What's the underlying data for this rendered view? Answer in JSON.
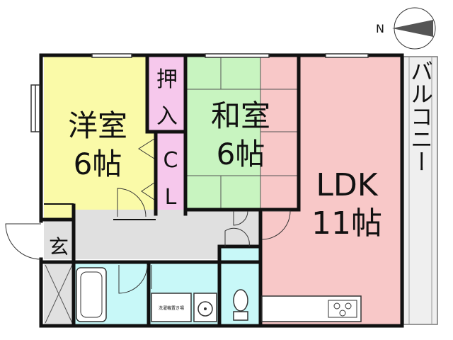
{
  "compass": {
    "label": "N"
  },
  "rooms": {
    "western": {
      "line1": "洋室",
      "line2": "6帖",
      "color": "#fafaa8"
    },
    "japanese": {
      "line1": "和室",
      "line2": "6帖",
      "color": "#c8f4c0"
    },
    "ldk": {
      "line1": "LDK",
      "line2": "11帖",
      "color": "#f8c8c8"
    },
    "oshiire": {
      "line1": "押",
      "line2": "入",
      "color": "#f6c8ec"
    },
    "closet": {
      "line1": "C",
      "line2": "L",
      "color": "#f6c8ec"
    },
    "genkan": {
      "label": "玄"
    },
    "balcony": {
      "label": "バルコニー",
      "color": "#efefef"
    },
    "washer": {
      "label": "洗濯機置き場"
    }
  },
  "colors": {
    "wall": "#111111",
    "wet": "#c8f8f8",
    "hall": "#e0e0e0"
  }
}
